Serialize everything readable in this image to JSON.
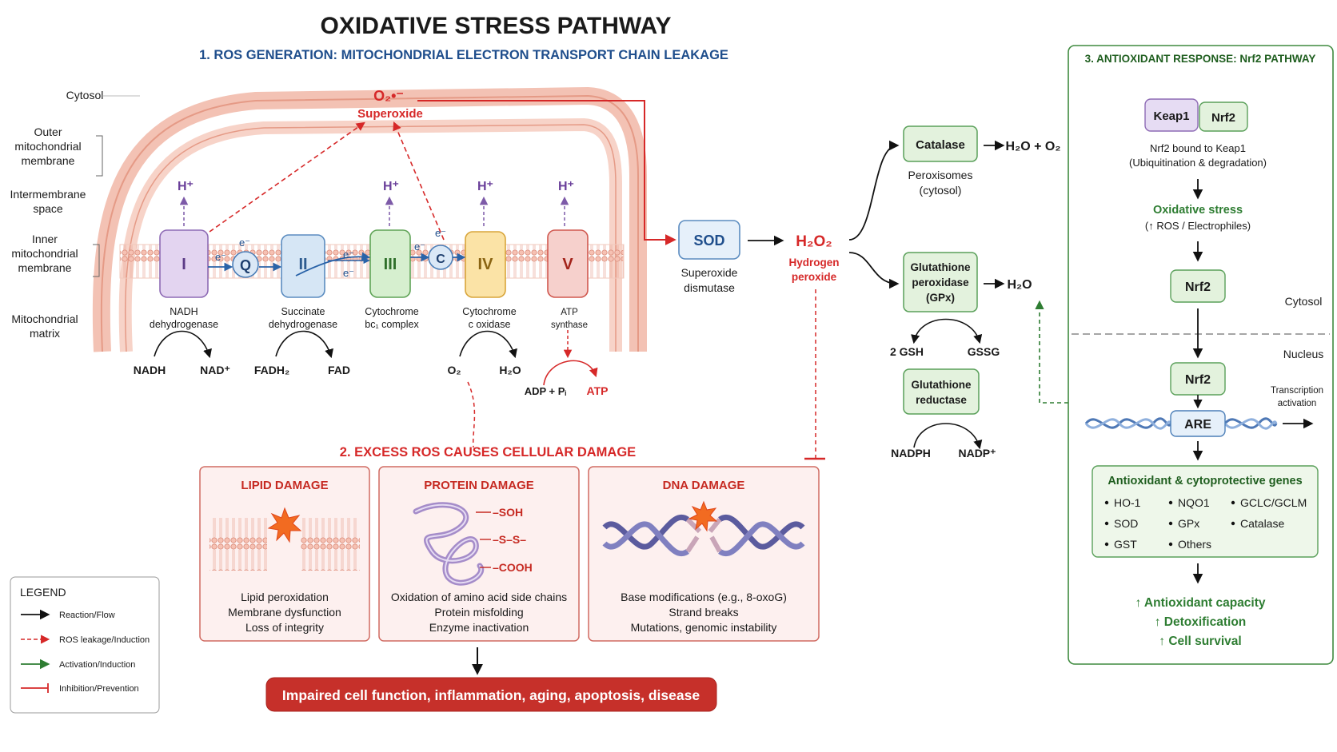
{
  "title": "OXIDATIVE STRESS PATHWAY",
  "section1": {
    "title": "1. ROS GENERATION: MITOCHONDRIAL ELECTRON TRANSPORT CHAIN LEAKAGE",
    "regions": {
      "cytosol": "Cytosol",
      "outer_membrane": [
        "Outer",
        "mitochondrial",
        "membrane"
      ],
      "intermembrane": [
        "Intermembrane",
        "space"
      ],
      "inner_membrane": [
        "Inner",
        "mitochondrial",
        "membrane"
      ],
      "matrix": [
        "Mitochondrial",
        "matrix"
      ]
    },
    "superoxide": {
      "symbol": "O₂•⁻",
      "name": "Superoxide"
    },
    "proton": "H⁺",
    "electron": "e⁻",
    "complexes": [
      {
        "id": "I",
        "label": [
          "NADH",
          "dehydrogenase"
        ],
        "fill": "#e3d4f0",
        "stroke": "#8e6bb5",
        "text_color": "#5b3a86"
      },
      {
        "id": "II",
        "label": [
          "Succinate",
          "dehydrogenase"
        ],
        "fill": "#d6e6f5",
        "stroke": "#5b8cc0",
        "text_color": "#2e5c90"
      },
      {
        "id": "III",
        "label": [
          "Cytochrome",
          "bc₁ complex"
        ],
        "fill": "#d6efcf",
        "stroke": "#5fa356",
        "text_color": "#2f6f2a"
      },
      {
        "id": "IV",
        "label": [
          "Cytochrome",
          "c oxidase"
        ],
        "fill": "#fbe3a6",
        "stroke": "#d8a53a",
        "text_color": "#8a6412"
      },
      {
        "id": "V",
        "label": [
          "ATP",
          "synthase"
        ],
        "fill": "#f6d0cc",
        "stroke": "#d0584f",
        "text_color": "#a3231a"
      }
    ],
    "carriers": {
      "q": "Q",
      "c": "C"
    },
    "reactions": {
      "nadh": "NADH",
      "nad": "NAD⁺",
      "fadh2": "FADH₂",
      "fad": "FAD",
      "o2": "O₂",
      "h2o": "H₂O",
      "adp": "ADP + Pᵢ",
      "atp": "ATP"
    }
  },
  "detox": {
    "sod": {
      "label": "SOD",
      "name": [
        "Superoxide",
        "dismutase"
      ]
    },
    "h2o2": {
      "symbol": "H₂O₂",
      "name": [
        "Hydrogen",
        "peroxide"
      ]
    },
    "catalase": {
      "label": "Catalase",
      "location": [
        "Peroxisomes",
        "(cytosol)"
      ],
      "product": "H₂O + O₂"
    },
    "gpx": {
      "label": [
        "Glutathione",
        "peroxidase",
        "(GPx)"
      ],
      "product": "H₂O"
    },
    "gsh": "2 GSH",
    "gssg": "GSSG",
    "gr": {
      "label": [
        "Glutathione",
        "reductase"
      ]
    },
    "nadph": "NADPH",
    "nadp": "NADP⁺"
  },
  "section2": {
    "title": "2. EXCESS ROS CAUSES CELLULAR DAMAGE",
    "panels": [
      {
        "title": "LIPID DAMAGE",
        "lines": [
          "Lipid peroxidation",
          "Membrane dysfunction",
          "Loss of integrity"
        ]
      },
      {
        "title": "PROTEIN DAMAGE",
        "lines": [
          "Oxidation of amino acid side chains",
          "Protein misfolding",
          "Enzyme inactivation"
        ],
        "groups": [
          "–SOH",
          "–S–S–",
          "–COOH"
        ]
      },
      {
        "title": "DNA DAMAGE",
        "lines": [
          "Base modifications (e.g., 8-oxoG)",
          "Strand breaks",
          "Mutations, genomic instability"
        ]
      }
    ],
    "outcome": "Impaired cell function, inflammation, aging, apoptosis, disease"
  },
  "section3": {
    "title": "3. ANTIOXIDANT RESPONSE: Nrf2 PATHWAY",
    "keap1": "Keap1",
    "nrf2": "Nrf2",
    "bound": [
      "Nrf2 bound to Keap1",
      "(Ubiquitination & degradation)"
    ],
    "stress": {
      "title": "Oxidative stress",
      "sub": "(↑ ROS / Electrophiles)"
    },
    "cytosol": "Cytosol",
    "nucleus": "Nucleus",
    "are": "ARE",
    "transcription": [
      "Transcription",
      "activation"
    ],
    "genes_title": "Antioxidant & cytoprotective genes",
    "genes": [
      "HO-1",
      "NQO1",
      "GCLC/GCLM",
      "SOD",
      "GPx",
      "Catalase",
      "GST",
      "Others"
    ],
    "outcomes": [
      "↑ Antioxidant capacity",
      "↑ Detoxification",
      "↑ Cell survival"
    ]
  },
  "legend": {
    "title": "LEGEND",
    "items": [
      {
        "label": "Reaction/Flow",
        "color": "#111111"
      },
      {
        "label": "ROS leakage/Induction",
        "color": "#d62828"
      },
      {
        "label": "Activation/Induction",
        "color": "#2e7d32"
      },
      {
        "label": "Inhibition/Prevention",
        "color": "#d62828"
      }
    ]
  },
  "colors": {
    "title": "#111111",
    "section1": "#1f4e8c",
    "red": "#d62828",
    "green_text": "#2e7d32",
    "green_fill": "#e3f2dd",
    "green_stroke": "#5aa05a",
    "membrane": "#f2b3a3",
    "damage_fill": "#fdf0ef",
    "outcome_fill": "#c6302a"
  }
}
